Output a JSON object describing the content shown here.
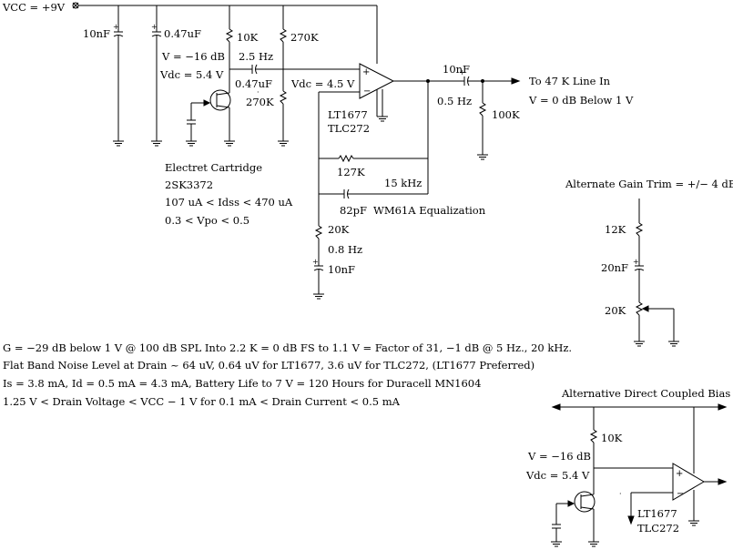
{
  "supply": {
    "label": "VCC = +9V"
  },
  "components": {
    "c_bulk": "10nF",
    "c_bypass": "0.47uF",
    "r_drain": "10K",
    "r_bias_top": "270K",
    "r_bias_bot": "270K",
    "c_couple_in": "0.47uF",
    "c_couple_in_corner": "2.5 Hz",
    "c_out": "10nF",
    "c_out_corner": "0.5 Hz",
    "r_load": "100K",
    "r_feedback": "127K",
    "c_feedback": "82pF",
    "feedback_corner": "15 kHz",
    "r_gain": "20K",
    "gain_corner": "0.8 Hz",
    "c_gain": "10nF"
  },
  "annotations": {
    "v_drain": "V = −16 dB",
    "vdc_drain": "Vdc = 5.4 V",
    "vdc_bias": "Vdc = 4.5 V",
    "opamp_1": "LT1677",
    "opamp_2": "TLC272",
    "output_dest": "To 47 K Line In",
    "output_level": "V = 0 dB Below 1 V",
    "equalization": "WM61A Equalization"
  },
  "cartridge": {
    "title": "Electret Cartridge",
    "part": "2SK3372",
    "idss": "107 uA < Idss < 470 uA",
    "vpo": "0.3 < Vpo < 0.5"
  },
  "gain_trim": {
    "title": "Alternate Gain Trim = +/− 4 dB",
    "r_top": "12K",
    "cap": "20nF",
    "pot": "20K"
  },
  "notes": [
    "G = −29 dB below 1 V @ 100 dB SPL Into 2.2 K = 0 dB FS to 1.1 V = Factor of 31, −1 dB @ 5 Hz., 20 kHz.",
    "Flat Band Noise Level at Drain ~ 64 uV, 0.64 uV for LT1677, 3.6 uV for TLC272, (LT1677 Preferred)",
    "Is = 3.8 mA, Id = 0.5 mA = 4.3 mA, Battery Life to 7 V = 120 Hours for Duracell MN1604",
    "1.25 V < Drain Voltage < VCC − 1 V for 0.1 mA < Drain Current < 0.5 mA"
  ],
  "alt_bias": {
    "title": "Alternative Direct Coupled Bias",
    "r_drain": "10K",
    "v_drain": "V = −16 dB",
    "vdc_drain": "Vdc = 5.4 V",
    "opamp_1": "LT1677",
    "opamp_2": "TLC272"
  }
}
